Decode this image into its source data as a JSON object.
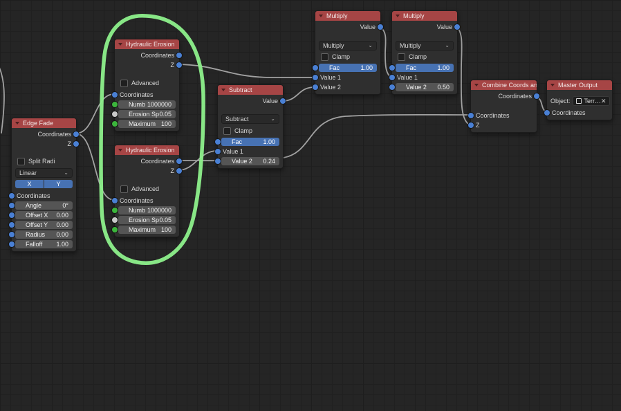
{
  "editor": {
    "kind": "procedural-node-editor"
  },
  "colors": {
    "node_header": "#a64545",
    "accent_blue": "#4772b3",
    "socket_blue": "#4a80d4",
    "socket_green": "#3cb53c",
    "socket_gray": "#c9c9c9",
    "wire": "#a2a2a2",
    "annotation_green": "#8df08b"
  },
  "nodes": {
    "edge_fade": {
      "title": "Edge Fade",
      "out_coordinates": "Coordinates",
      "out_z": "Z",
      "split_radius_label": "Split Radi",
      "interpolation": "Linear",
      "axis_x": "X",
      "axis_y": "Y",
      "in_coordinates": "Coordinates",
      "fields": [
        {
          "label": "Angle",
          "value": "0°"
        },
        {
          "label": "Offset X",
          "value": "0.00"
        },
        {
          "label": "Offset Y",
          "value": "0.00"
        },
        {
          "label": "Radius",
          "value": "0.00"
        },
        {
          "label": "Falloff",
          "value": "1.00"
        }
      ]
    },
    "hydraulic_erosion_1": {
      "title": "Hydraulic Erosion",
      "out_coordinates": "Coordinates",
      "out_z": "Z",
      "advanced_label": "Advanced",
      "in_coordinates": "Coordinates",
      "fields": [
        {
          "label": "Numb",
          "value": "1000000"
        },
        {
          "label": "Erosion Sp",
          "value": "0.05"
        },
        {
          "label": "Maximum",
          "value": "100"
        }
      ]
    },
    "hydraulic_erosion_2": {
      "title": "Hydraulic Erosion",
      "out_coordinates": "Coordinates",
      "out_z": "Z",
      "advanced_label": "Advanced",
      "in_coordinates": "Coordinates",
      "fields": [
        {
          "label": "Numb",
          "value": "1000000"
        },
        {
          "label": "Erosion Sp",
          "value": "0.05"
        },
        {
          "label": "Maximum",
          "value": "100"
        }
      ]
    },
    "subtract": {
      "title": "Subtract",
      "out_value": "Value",
      "operation": "Subtract",
      "clamp_label": "Clamp",
      "fac_label": "Fac",
      "fac_value": "1.00",
      "value1_label": "Value 1",
      "value2_label": "Value 2",
      "value2_value": "0.24"
    },
    "multiply_1": {
      "title": "Multiply",
      "out_value": "Value",
      "operation": "Multiply",
      "clamp_label": "Clamp",
      "fac_label": "Fac",
      "fac_value": "1.00",
      "value1_label": "Value 1",
      "value2_label": "Value 2"
    },
    "multiply_2": {
      "title": "Multiply",
      "out_value": "Value",
      "operation": "Multiply",
      "clamp_label": "Clamp",
      "fac_label": "Fac",
      "fac_value": "1.00",
      "value1_label": "Value 1",
      "value2_label": "Value 2",
      "value2_value": "0.50"
    },
    "combine_coords": {
      "title": "Combine Coords an…",
      "out_coordinates": "Coordinates",
      "in_coordinates": "Coordinates",
      "in_z": "Z"
    },
    "master_output": {
      "title": "Master Output",
      "object_label": "Object:",
      "object_value": "Terr…",
      "remove_glyph": "✕",
      "in_coordinates": "Coordinates"
    }
  },
  "connections": [
    {
      "from": "edge_fade.Coordinates",
      "to": "hydraulic_erosion_1.Coordinates"
    },
    {
      "from": "edge_fade.Coordinates",
      "to": "hydraulic_erosion_2.Coordinates"
    },
    {
      "from": "hydraulic_erosion_1.Z",
      "to": "multiply_1.Value 1"
    },
    {
      "from": "hydraulic_erosion_2.Z",
      "to": "subtract.Value 1"
    },
    {
      "from": "hydraulic_erosion_2.Coordinates",
      "to": "combine_coords.Coordinates"
    },
    {
      "from": "subtract.Value",
      "to": "multiply_1.Value 2"
    },
    {
      "from": "multiply_1.Value",
      "to": "multiply_2.Value 1"
    },
    {
      "from": "multiply_2.Value",
      "to": "combine_coords.Z"
    },
    {
      "from": "combine_coords.Coordinates",
      "to": "master_output.Coordinates"
    }
  ],
  "annotation": {
    "shape": "hand-drawn-circle",
    "around": "hydraulic erosion nodes"
  }
}
